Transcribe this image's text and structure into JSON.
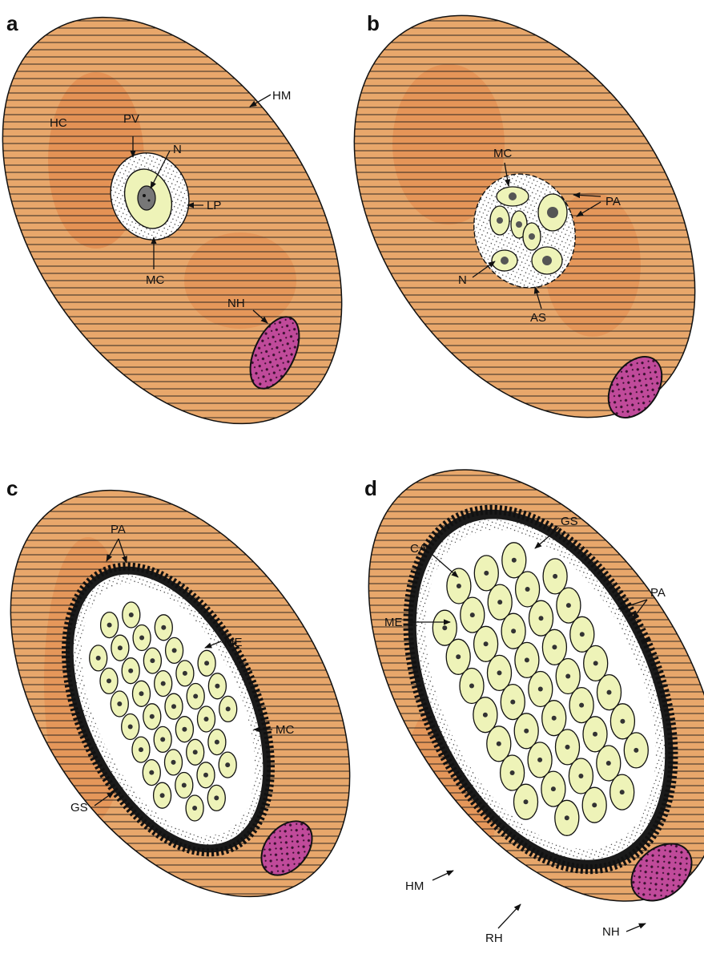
{
  "figure": {
    "colors": {
      "host_cell": "#e8a76b",
      "host_patch": "#e07a3c",
      "stripe": "#1a1a1a",
      "nucleus": "#c04a9a",
      "merozoite": "#eef3b8",
      "stipple": "#2a2a2a"
    },
    "panels": [
      {
        "id": "a",
        "label": "a",
        "labels": [
          "HM",
          "HC",
          "PV",
          "N",
          "LP",
          "MC",
          "NH"
        ]
      },
      {
        "id": "b",
        "label": "b",
        "labels": [
          "MC",
          "PA",
          "N",
          "AS"
        ]
      },
      {
        "id": "c",
        "label": "c",
        "labels": [
          "PA",
          "ME",
          "MC",
          "GS"
        ]
      },
      {
        "id": "d",
        "label": "d",
        "labels": [
          "GS",
          "CA",
          "PA",
          "ME",
          "HM",
          "RH",
          "NH"
        ]
      }
    ]
  }
}
